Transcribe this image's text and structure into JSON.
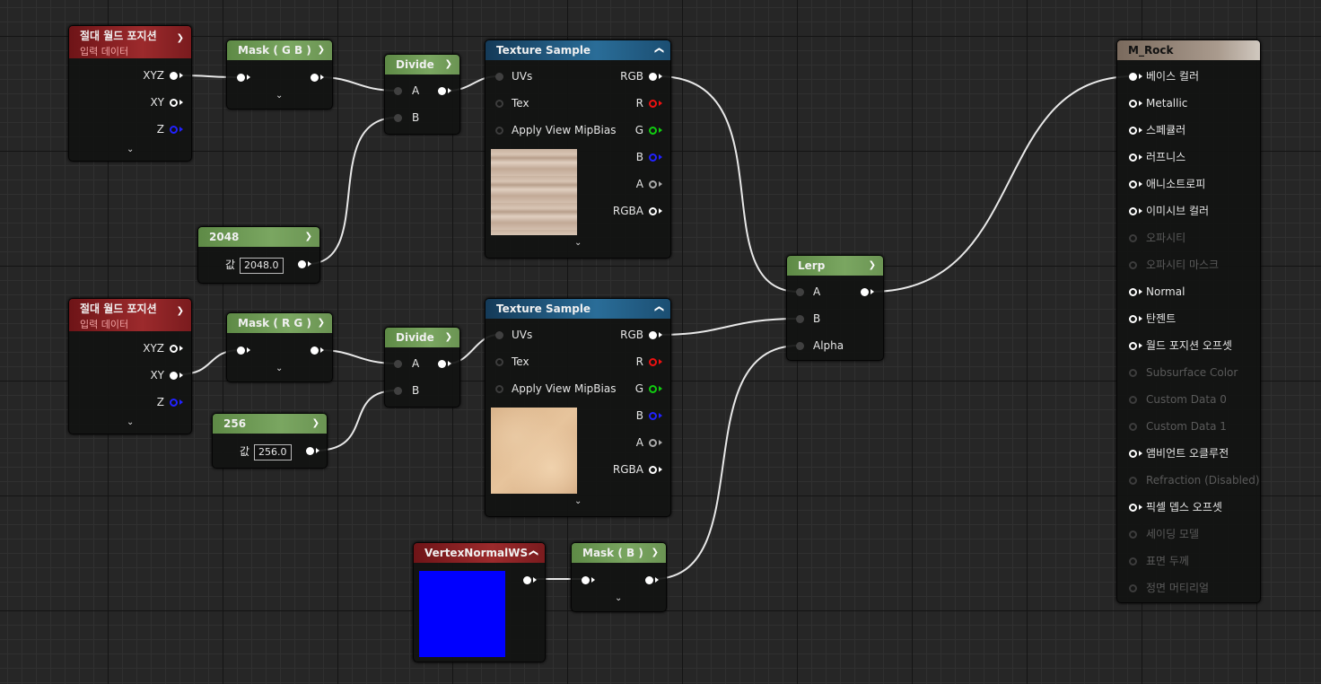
{
  "nodes": {
    "abs_world_pos_1": {
      "title": "절대 월드 포지션",
      "subtitle": "입력 데이터",
      "outputs": [
        "XYZ",
        "XY",
        "Z"
      ]
    },
    "mask_gb": {
      "title": "Mask ( G B )"
    },
    "divide_1": {
      "title": "Divide",
      "inputs": [
        "A",
        "B"
      ]
    },
    "texture_sample_1": {
      "title": "Texture Sample",
      "inputs": [
        "UVs",
        "Tex",
        "Apply View MipBias"
      ],
      "outputs": [
        "RGB",
        "R",
        "G",
        "B",
        "A",
        "RGBA"
      ]
    },
    "const_2048": {
      "title": "2048",
      "value_label": "값",
      "value": "2048.0"
    },
    "abs_world_pos_2": {
      "title": "절대 월드 포지션",
      "subtitle": "입력 데이터",
      "outputs": [
        "XYZ",
        "XY",
        "Z"
      ]
    },
    "mask_rg": {
      "title": "Mask ( R G )"
    },
    "divide_2": {
      "title": "Divide",
      "inputs": [
        "A",
        "B"
      ]
    },
    "texture_sample_2": {
      "title": "Texture Sample",
      "inputs": [
        "UVs",
        "Tex",
        "Apply View MipBias"
      ],
      "outputs": [
        "RGB",
        "R",
        "G",
        "B",
        "A",
        "RGBA"
      ]
    },
    "const_256": {
      "title": "256",
      "value_label": "값",
      "value": "256.0"
    },
    "vertex_normal": {
      "title": "VertexNormalWS"
    },
    "mask_b": {
      "title": "Mask ( B )"
    },
    "lerp": {
      "title": "Lerp",
      "inputs": [
        "A",
        "B",
        "Alpha"
      ]
    },
    "material": {
      "title": "M_Rock",
      "inputs": [
        {
          "label": "베이스 컬러",
          "enabled": true
        },
        {
          "label": "Metallic",
          "enabled": true
        },
        {
          "label": "스페큘러",
          "enabled": true
        },
        {
          "label": "러프니스",
          "enabled": true
        },
        {
          "label": "애니소트로피",
          "enabled": true
        },
        {
          "label": "이미시브 컬러",
          "enabled": true
        },
        {
          "label": "오파시티",
          "enabled": false
        },
        {
          "label": "오파시티 마스크",
          "enabled": false
        },
        {
          "label": "Normal",
          "enabled": true
        },
        {
          "label": "탄젠트",
          "enabled": true
        },
        {
          "label": "월드 포지션 오프셋",
          "enabled": true
        },
        {
          "label": "Subsurface Color",
          "enabled": false
        },
        {
          "label": "Custom Data 0",
          "enabled": false
        },
        {
          "label": "Custom Data 1",
          "enabled": false
        },
        {
          "label": "앰비언트 오클루전",
          "enabled": true
        },
        {
          "label": "Refraction (Disabled)",
          "enabled": false
        },
        {
          "label": "픽셀 뎁스 오프셋",
          "enabled": true
        },
        {
          "label": "세이딩 모델",
          "enabled": false
        },
        {
          "label": "표면 두께",
          "enabled": false
        },
        {
          "label": "정면 머티리얼",
          "enabled": false
        }
      ]
    }
  },
  "colors": {
    "green_header": "#7aa661",
    "red_header": "#9c2a2c",
    "blue_header": "#2a6d98",
    "wire": "#e8e8e8",
    "vertex_normal_preview": "#0000ff"
  }
}
